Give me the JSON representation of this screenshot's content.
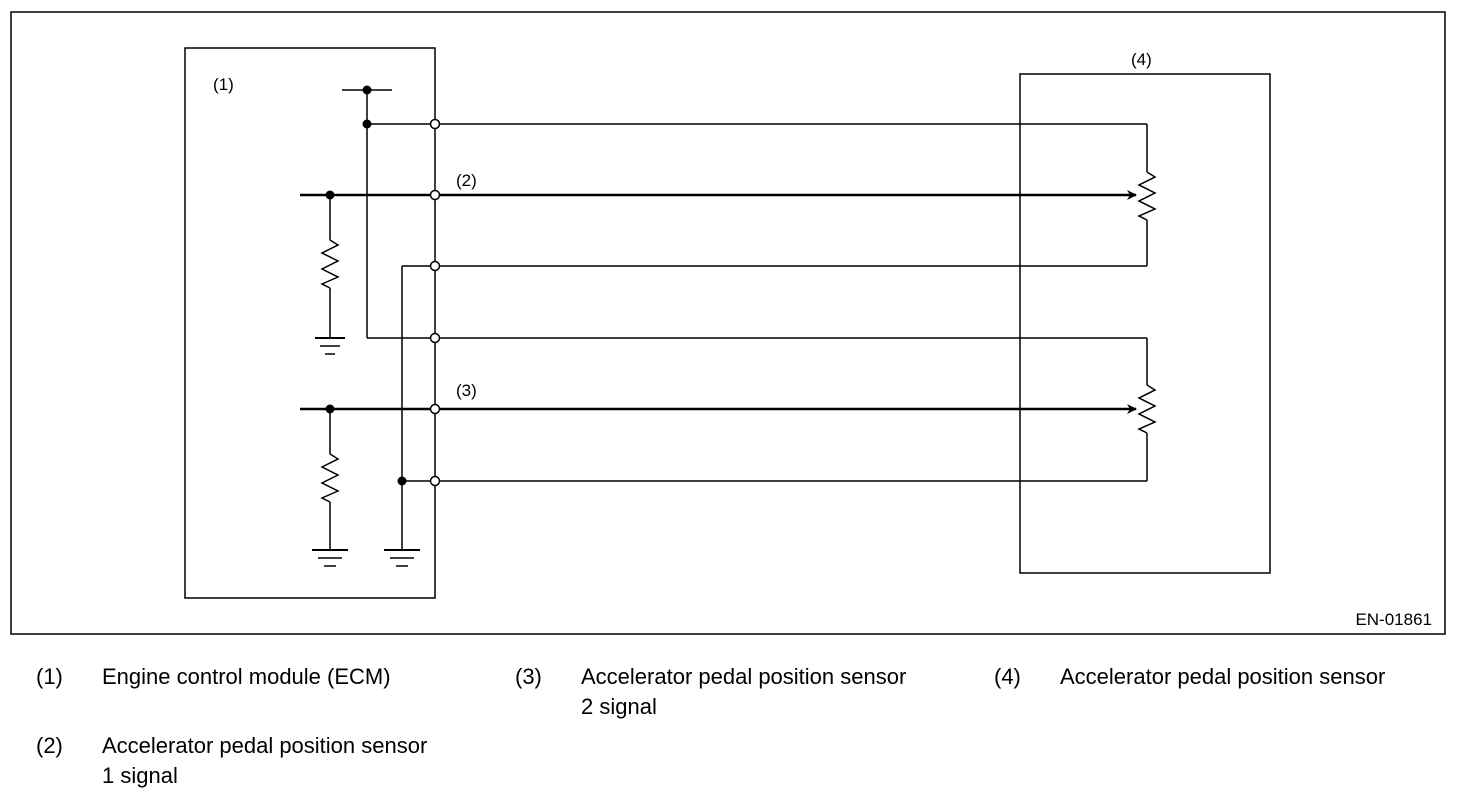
{
  "diagram": {
    "labels": {
      "ecm": "(1)",
      "signal1": "(2)",
      "signal2": "(3)",
      "sensor": "(4)"
    },
    "figure_id": "EN-01861"
  },
  "legend": [
    {
      "num": "(1)",
      "text": "Engine control module (ECM)"
    },
    {
      "num": "(2)",
      "text": "Accelerator pedal position sensor\n1 signal"
    },
    {
      "num": "(3)",
      "text": "Accelerator pedal position sensor\n2 signal"
    },
    {
      "num": "(4)",
      "text": "Accelerator pedal position sensor"
    }
  ]
}
